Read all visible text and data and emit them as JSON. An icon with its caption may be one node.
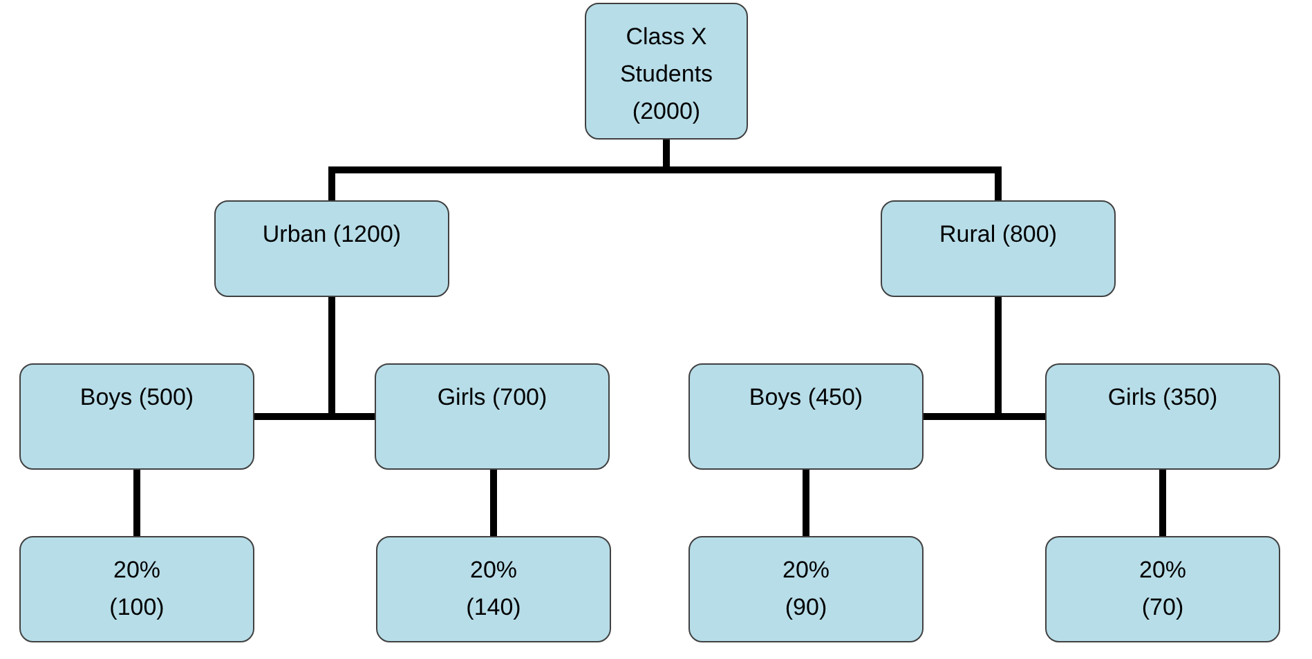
{
  "diagram": {
    "nodes": [
      {
        "text": [
          "Class X Students (2000)"
        ]
      },
      {
        "text": [
          "Urban (1200)"
        ]
      },
      {
        "text": [
          "Rural (800)"
        ]
      },
      {
        "text": [
          "Boys (500)"
        ]
      },
      {
        "text": [
          "Girls (700)"
        ]
      },
      {
        "text": [
          "Boys (450)"
        ]
      },
      {
        "text": [
          "Girls (350)"
        ]
      },
      {
        "text": [
          "20% (100)"
        ]
      },
      {
        "text": [
          "20% (140)"
        ]
      },
      {
        "text": [
          "20% (90)"
        ]
      },
      {
        "text": [
          "20% (70)"
        ]
      }
    ],
    "edges": [
      {
        "from": 0,
        "to": 1,
        "arrow": "none"
      },
      {
        "from": 0,
        "to": 2,
        "arrow": "none"
      },
      {
        "from": 1,
        "to": 3,
        "arrow": "none"
      },
      {
        "from": 1,
        "to": 4,
        "arrow": "none"
      },
      {
        "from": 2,
        "to": 5,
        "arrow": "none"
      },
      {
        "from": 2,
        "to": 6,
        "arrow": "none"
      },
      {
        "from": 3,
        "to": 7,
        "arrow": "none"
      },
      {
        "from": 4,
        "to": 8,
        "arrow": "none"
      },
      {
        "from": 5,
        "to": 9,
        "arrow": "none"
      },
      {
        "from": 6,
        "to": 10,
        "arrow": "none"
      }
    ]
  }
}
